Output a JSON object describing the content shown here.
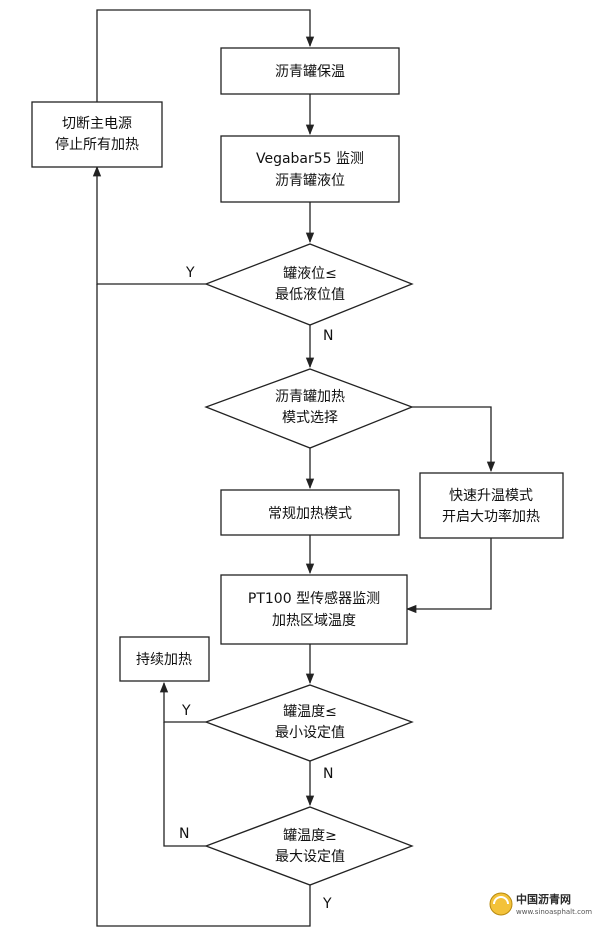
{
  "nodes": {
    "insulate": {
      "line1": "沥青罐保温"
    },
    "cutoff": {
      "line1": "切断主电源",
      "line2": "停止所有加热"
    },
    "monitor_level": {
      "line1": "Vegabar55 监测",
      "line2": "沥青罐液位"
    },
    "level_check": {
      "line1": "罐液位≤",
      "line2": "最低液位值"
    },
    "mode_select": {
      "line1": "沥青罐加热",
      "line2": "模式选择"
    },
    "normal_mode": {
      "line1": "常规加热模式"
    },
    "fast_mode": {
      "line1": "快速升温模式",
      "line2": "开启大功率加热"
    },
    "monitor_temp": {
      "line1": "PT100 型传感器监测",
      "line2": "加热区域温度"
    },
    "keep_heating": {
      "line1": "持续加热"
    },
    "min_temp_check": {
      "line1": "罐温度≤",
      "line2": "最小设定值"
    },
    "max_temp_check": {
      "line1": "罐温度≥",
      "line2": "最大设定值"
    }
  },
  "edge_labels": {
    "level_yes": "Y",
    "level_no": "N",
    "min_yes": "Y",
    "min_no": "N",
    "max_no": "N",
    "max_yes": "Y"
  },
  "watermark": {
    "name": "中国沥青网",
    "url": "www.sinoasphalt.com"
  }
}
